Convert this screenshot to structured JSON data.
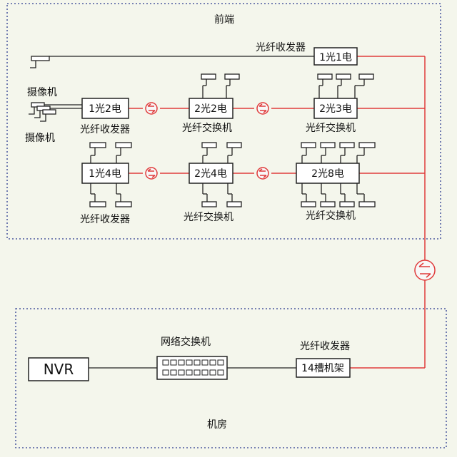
{
  "zones": {
    "front": "前端",
    "room": "机房"
  },
  "devices": {
    "t1": "1光1电",
    "t2": "1光2电",
    "t4": "1光4电",
    "s22": "2光2电",
    "s23": "2光3电",
    "s24": "2光4电",
    "s28": "2光8电",
    "rack": "14槽机架",
    "nvr": "NVR"
  },
  "labels": {
    "transceiver": "光纤收发器",
    "fiber_switch": "光纤交换机",
    "camera": "摄像机",
    "net_switch": "网络交换机"
  },
  "colors": {
    "fiber": "#e03b3b",
    "cable": "#222222",
    "border": "#2b3a8f",
    "background": "#f4f6ec"
  }
}
